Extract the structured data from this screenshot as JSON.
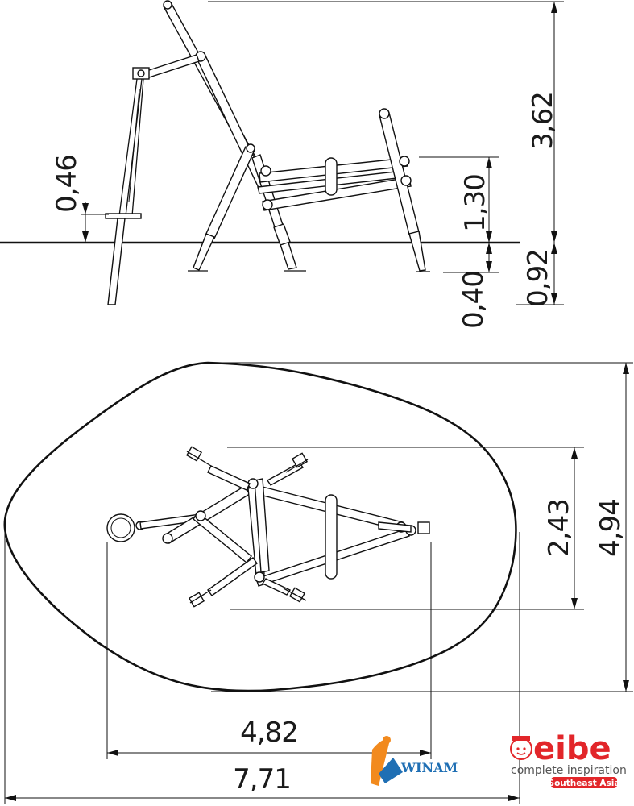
{
  "side_view": {
    "dimensions": {
      "total_height": "3,62",
      "seat_height": "1,30",
      "foot_height": "0,46",
      "foundation_short": "0,40",
      "foundation_long": "0,92"
    }
  },
  "plan_view": {
    "dimensions": {
      "depth": "2,43",
      "area_depth": "4,94",
      "width": "4,82",
      "area_width": "7,71"
    }
  },
  "logos": {
    "winam": {
      "text": "WINAM",
      "color": "#1f6fb4"
    },
    "eibe": {
      "brand": "eibe",
      "tagline": "complete inspiration",
      "region": "Southeast Asia",
      "color": "#e2262a"
    }
  }
}
